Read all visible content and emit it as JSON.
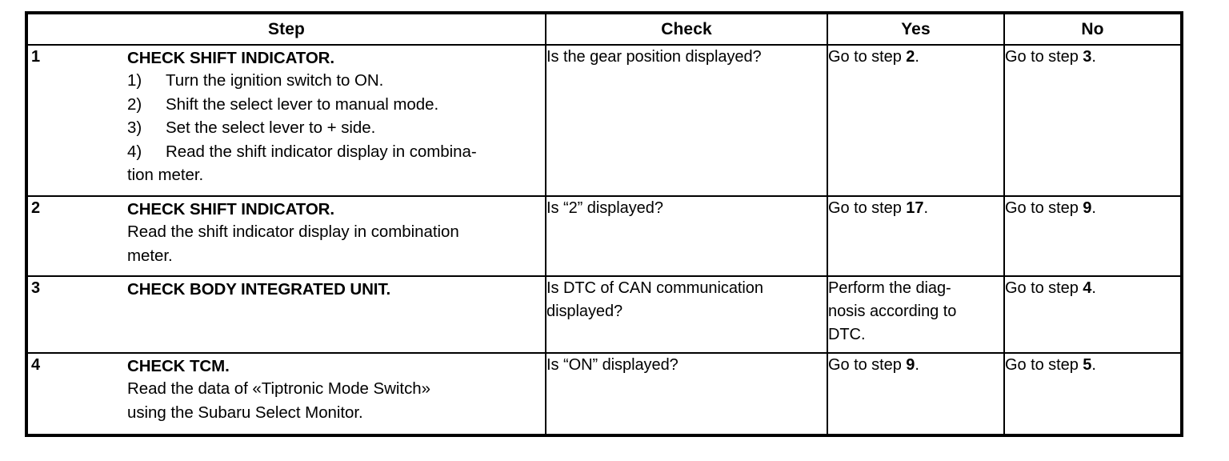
{
  "table": {
    "headers": [
      {
        "label": "Step"
      },
      {
        "label": "Check"
      },
      {
        "label": "Yes"
      },
      {
        "label": "No"
      }
    ],
    "rows": [
      {
        "number": "1",
        "title": "CHECK SHIFT INDICATOR.",
        "lines": [
          {
            "marker": "1)",
            "text": "Turn the ignition switch to ON."
          },
          {
            "marker": "2)",
            "text": "Shift the select lever to manual mode."
          },
          {
            "marker": "3)",
            "text": "Set the select lever to + side."
          },
          {
            "marker": "4)",
            "text": "Read the shift indicator display in combina-"
          },
          {
            "marker": "",
            "text": "tion meter."
          }
        ],
        "check_lines": [
          "Is the gear position displayed?"
        ],
        "yes_prefix": "Go to step ",
        "yes_bold": "2",
        "yes_suffix": ".",
        "no_prefix": "Go to step ",
        "no_bold": "3",
        "no_suffix": "."
      },
      {
        "number": "2",
        "title": "CHECK SHIFT INDICATOR.",
        "lines": [
          {
            "marker": "",
            "text": "Read the shift indicator display in combination"
          },
          {
            "marker": "",
            "text": "meter."
          }
        ],
        "check_lines": [
          "Is “2” displayed?"
        ],
        "yes_prefix": "Go to step ",
        "yes_bold": "17",
        "yes_suffix": ".",
        "no_prefix": "Go to step ",
        "no_bold": "9",
        "no_suffix": "."
      },
      {
        "number": "3",
        "title": "CHECK BODY INTEGRATED UNIT.",
        "lines": [],
        "check_lines": [
          "Is DTC of CAN communication",
          "displayed?"
        ],
        "yes_prefix": "Perform the diag-\nnosis according to\nDTC.",
        "yes_bold": "",
        "yes_suffix": "",
        "no_prefix": "Go to step ",
        "no_bold": "4",
        "no_suffix": "."
      },
      {
        "number": "4",
        "title": "CHECK TCM.",
        "lines": [
          {
            "marker": "",
            "text": "Read the data of «Tiptronic Mode Switch»"
          },
          {
            "marker": "",
            "text": "using the Subaru Select Monitor."
          }
        ],
        "check_lines": [
          "Is “ON” displayed?"
        ],
        "yes_prefix": "Go to step ",
        "yes_bold": "9",
        "yes_suffix": ".",
        "no_prefix": "Go to step ",
        "no_bold": "5",
        "no_suffix": "."
      }
    ]
  },
  "colors": {
    "border": "#000000",
    "text": "#000000",
    "background": "#ffffff"
  }
}
